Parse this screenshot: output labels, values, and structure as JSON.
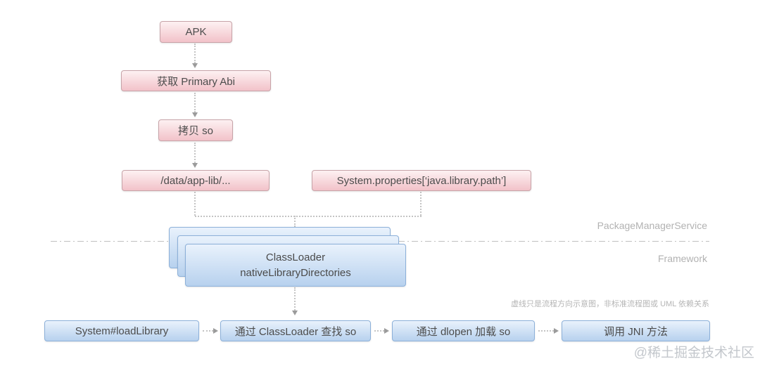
{
  "nodes": {
    "apk": "APK",
    "primary_abi": "获取 Primary Abi",
    "copy_so": "拷贝 so",
    "data_app_lib": "/data/app-lib/...",
    "system_properties": "System.properties[‘java.library.path’]",
    "classloader_line1": "ClassLoader",
    "classloader_line2": "nativeLibraryDirectories",
    "load_library": "System#loadLibrary",
    "find_so": "通过 ClassLoader 查找 so",
    "dlopen_so": "通过 dlopen 加载 so",
    "jni": "调用 JNI 方法"
  },
  "labels": {
    "upper_zone": "PackageManagerService",
    "lower_zone": "Framework",
    "note": "虚线只是流程方向示意图，非标准流程图或 UML 依赖关系",
    "watermark": "@稀土掘金技术社区"
  },
  "colors": {
    "pink_top": "#fdf1f2",
    "pink_bottom": "#f2c2c9",
    "pink_border": "#c7a3a8",
    "blue_top": "#e9f2fc",
    "blue_bottom": "#b7d1ee",
    "blue_border": "#8cb0d9",
    "connector": "#c4c4c4",
    "arrowhead": "#9b9b9b",
    "zone_label": "#b2b2b2",
    "watermark": "#c3c7cc"
  }
}
